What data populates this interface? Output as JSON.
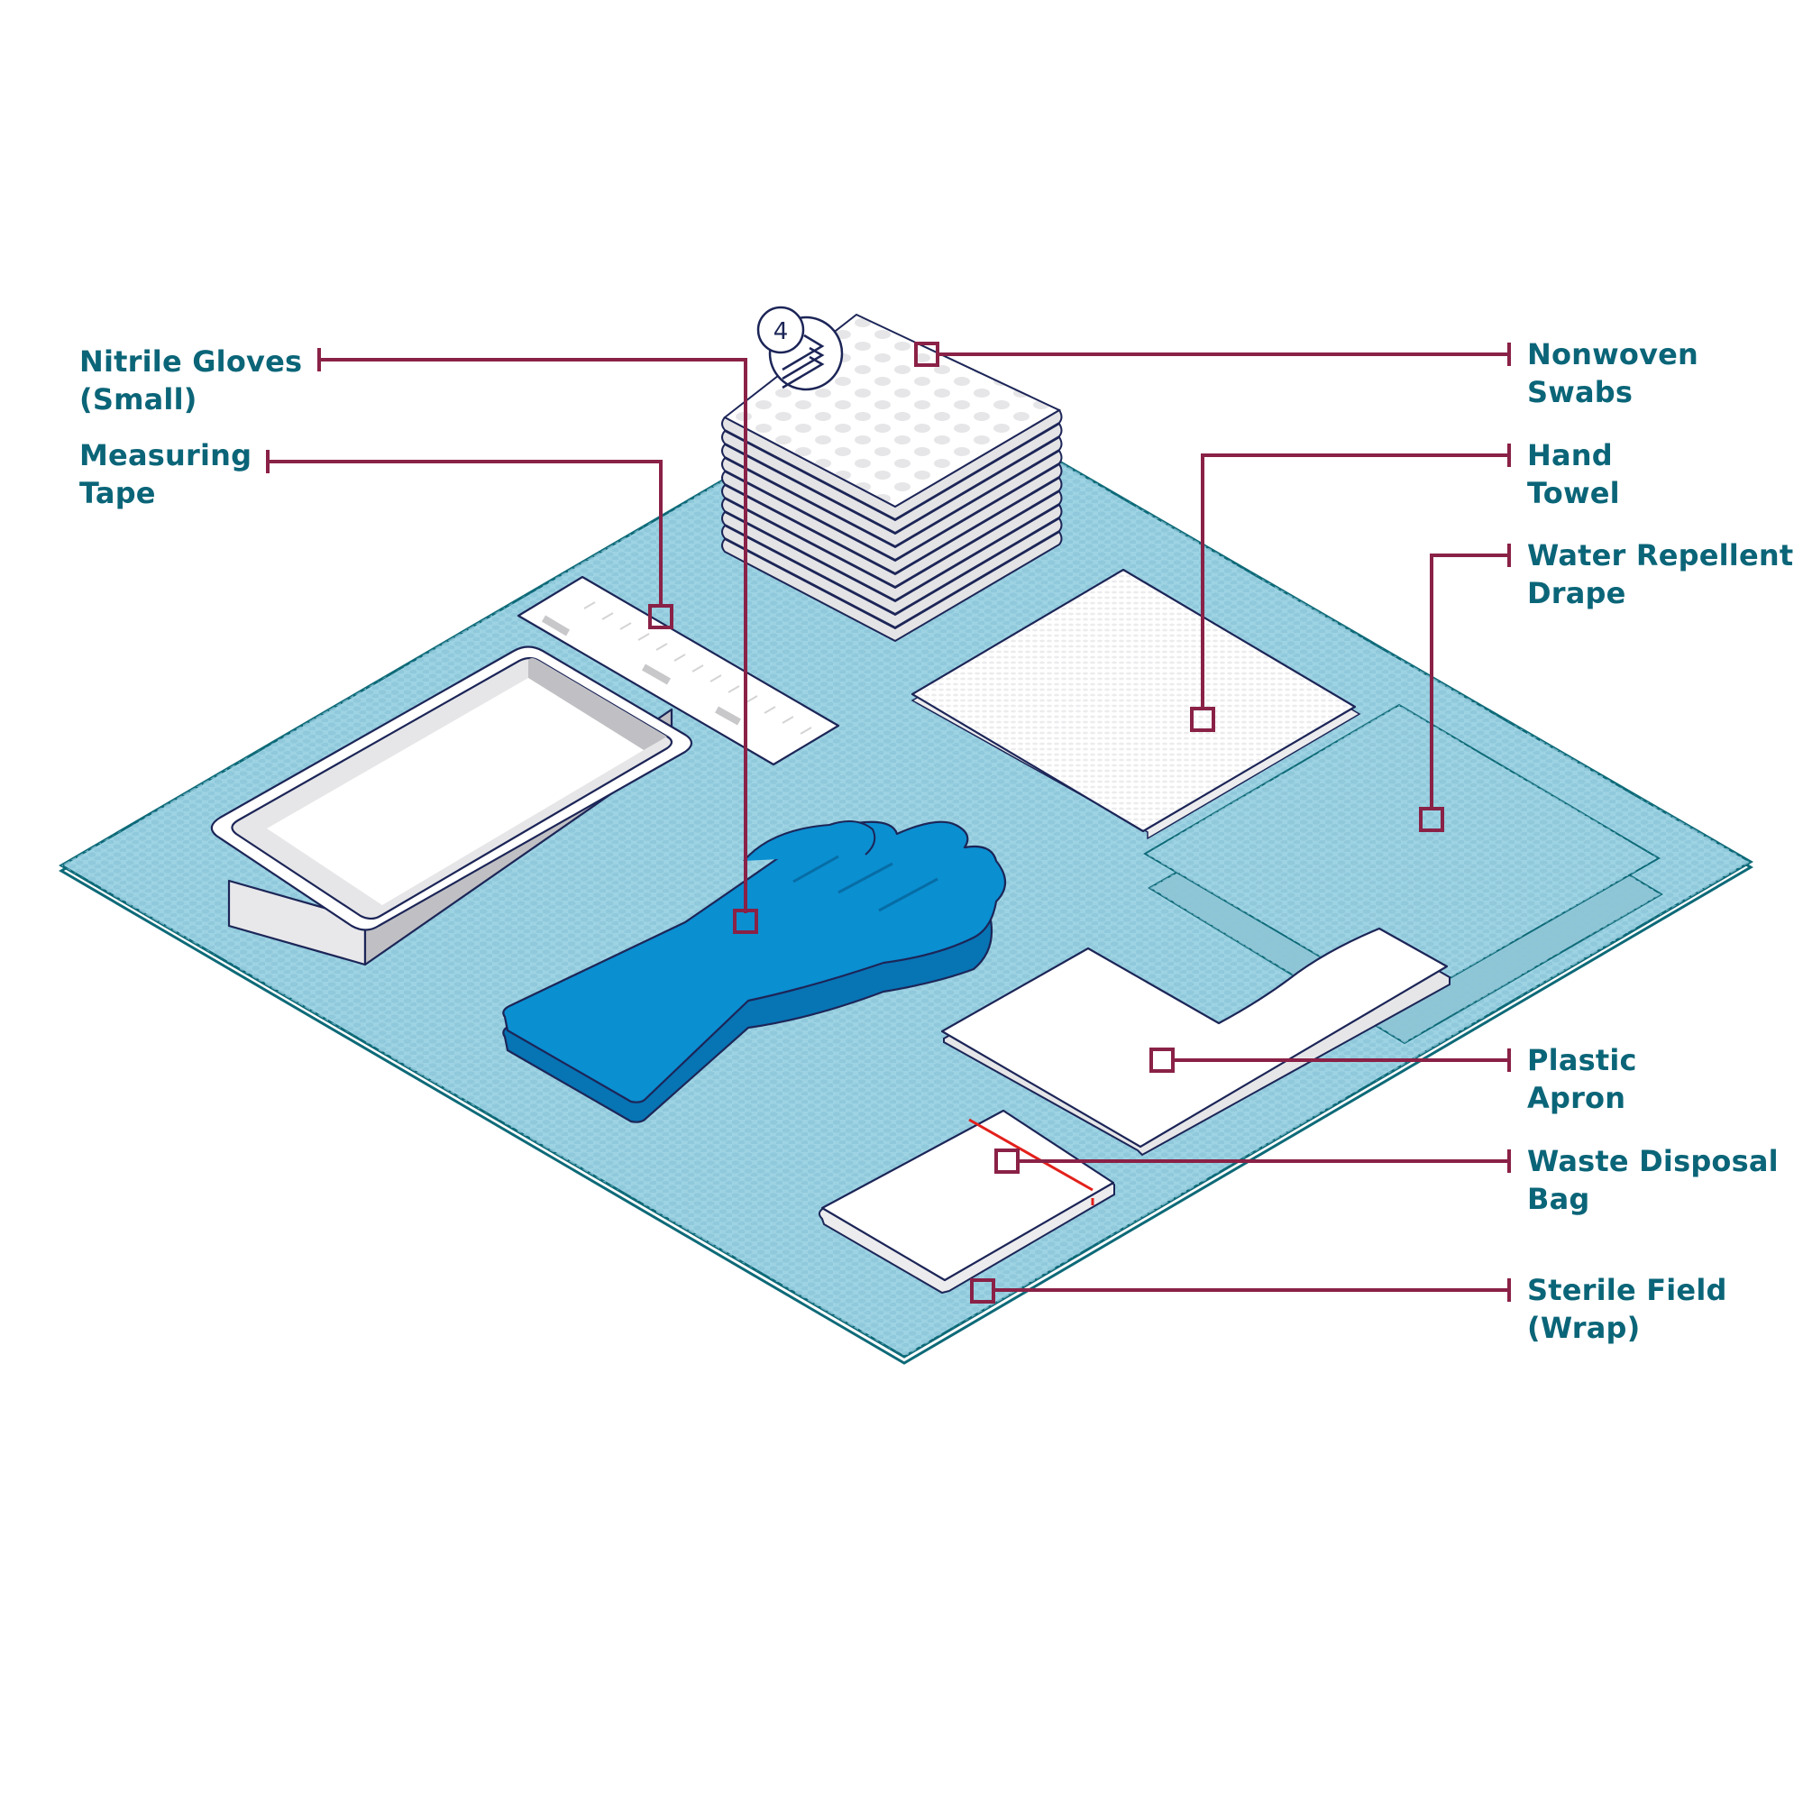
{
  "title": "Sterile dressing pack contents",
  "colors": {
    "label_text": "#0b6578",
    "leader_line": "#8a2146",
    "field_blue": "#9dd3e3",
    "field_edge": "#0e6a78",
    "glove_blue": "#0a8fd1",
    "outline": "#1c2557",
    "bag_stripe": "#e3201b"
  },
  "badge": {
    "count": "4",
    "icon": "stacked-sheets-icon"
  },
  "labels": [
    {
      "id": "nitrile-gloves",
      "lines": [
        "Nitrile Gloves",
        "(Small)"
      ]
    },
    {
      "id": "measuring-tape",
      "lines": [
        "Measuring",
        "Tape"
      ]
    },
    {
      "id": "nonwoven-swabs",
      "lines": [
        "Nonwoven",
        "Swabs"
      ]
    },
    {
      "id": "hand-towel",
      "lines": [
        "Hand",
        "Towel"
      ]
    },
    {
      "id": "water-repellent-drape",
      "lines": [
        "Water Repellent",
        "Drape"
      ]
    },
    {
      "id": "plastic-apron",
      "lines": [
        "Plastic",
        "Apron"
      ]
    },
    {
      "id": "waste-disposal-bag",
      "lines": [
        "Waste Disposal",
        "Bag"
      ]
    },
    {
      "id": "sterile-field",
      "lines": [
        "Sterile Field",
        "(Wrap)"
      ]
    }
  ]
}
